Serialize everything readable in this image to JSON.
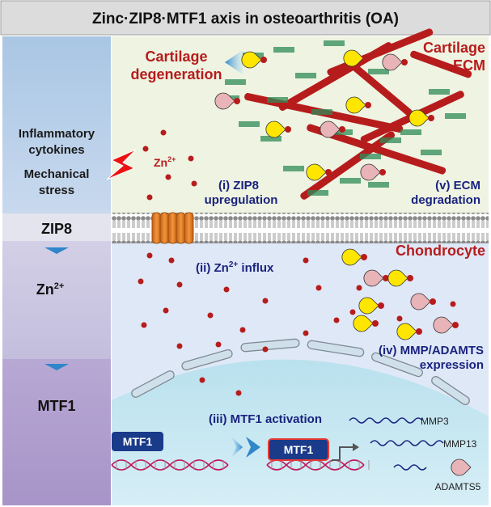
{
  "title": "Zinc·ZIP8·MTF1 axis in osteoarthritis (OA)",
  "left_panel": {
    "stimuli": [
      "Inflammatory",
      "cytokines",
      "Mechanical",
      "stress"
    ],
    "zip8": "ZIP8",
    "zn": "Zn",
    "zn_sup": "2+",
    "mtf1": "MTF1"
  },
  "top": {
    "cartilage_degeneration": [
      "Cartilage",
      "degeneration"
    ],
    "cartilage_ecm": [
      "Cartilage",
      "ECM"
    ],
    "zn": "Zn",
    "zn_sup": "2+",
    "step_i": [
      "(i) ZIP8",
      "upregulation"
    ],
    "step_v": [
      "(v) ECM",
      "degradation"
    ]
  },
  "cell": {
    "chondrocyte": "Chondrocyte",
    "step_ii_prefix": "(ii) Zn",
    "step_ii_sup": "2+",
    "step_ii_suffix": " influx",
    "step_iv": [
      "(iv) MMP/ADAMTS",
      "expression"
    ],
    "step_iii": "(iii) MTF1 activation",
    "mtf1_label": "MTF1",
    "mtf1_active_label": "MTF1",
    "genes": [
      "MMP3",
      "MMP13",
      "ADAMTS5"
    ]
  },
  "colors": {
    "accent_red": "#b71c1c",
    "navy": "#1a237e",
    "zinc_dot": "#b71c1c",
    "enzyme_yellow": "#ffe600",
    "enzyme_pink": "#e8b4b8",
    "ecm_bg": "#eef3e2",
    "cell_bg": "#dfe8f6",
    "nucleus_bg": "#c9e8f2",
    "channel_orange": "#e67e22"
  }
}
